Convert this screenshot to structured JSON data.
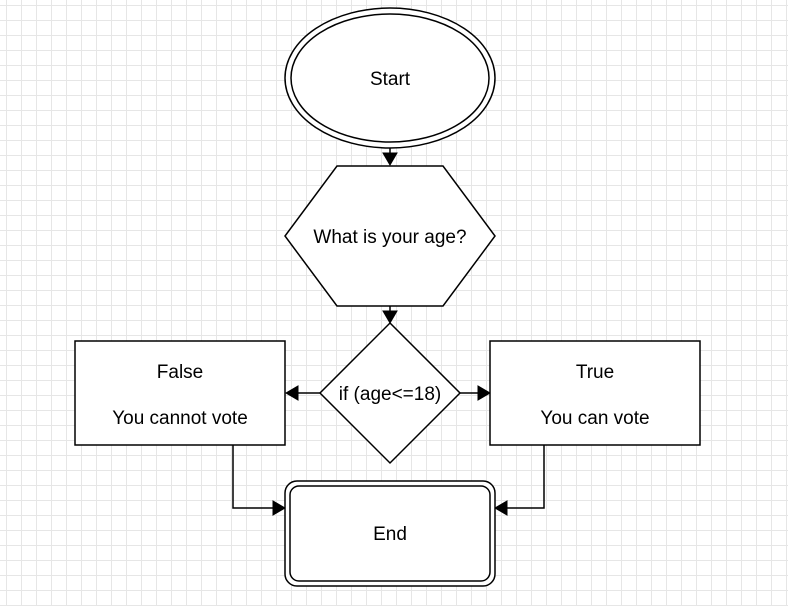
{
  "nodes": {
    "start": {
      "label": "Start"
    },
    "question": {
      "label": "What is your age?"
    },
    "decision": {
      "label": "if (age<=18)"
    },
    "false_box": {
      "title": "False",
      "text": "You cannot vote"
    },
    "true_box": {
      "title": "True",
      "text": "You can vote"
    },
    "end": {
      "label": "End"
    }
  },
  "colors": {
    "stroke": "#000000",
    "fill": "#ffffff",
    "grid": "#e6e6e6"
  }
}
